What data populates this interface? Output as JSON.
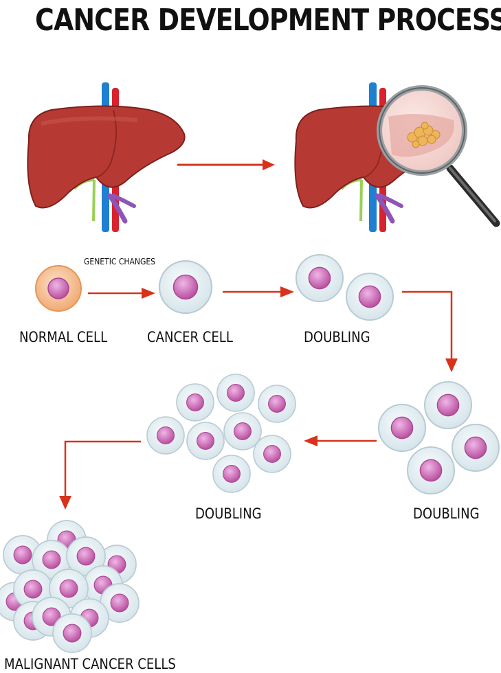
{
  "title": "CANCER DEVELOPMENT PROCESS",
  "annotations": {
    "genetic_changes": "GENETIC CHANGES"
  },
  "stages": [
    {
      "label": "NORMAL CELL"
    },
    {
      "label": "CANCER CELL"
    },
    {
      "label": "DOUBLING"
    },
    {
      "label": "DOUBLING"
    },
    {
      "label": "DOUBLING"
    },
    {
      "label": "MALIGNANT CANCER CELLS"
    }
  ],
  "colors": {
    "arrow": "#d8321a",
    "liver": "#b63a33",
    "liver_dark": "#8e2723",
    "cell_body": "#e7eff3",
    "cell_edge": "#b7c9d1",
    "nucleus": "#c667b4",
    "nucleus_light": "#e6a5dc",
    "normal_cell_body": "#f6c89f",
    "vessel_blue": "#1f7fd3",
    "vessel_red": "#d8232f",
    "vessel_purple": "#8e55b6",
    "vessel_green": "#9bcf57"
  }
}
